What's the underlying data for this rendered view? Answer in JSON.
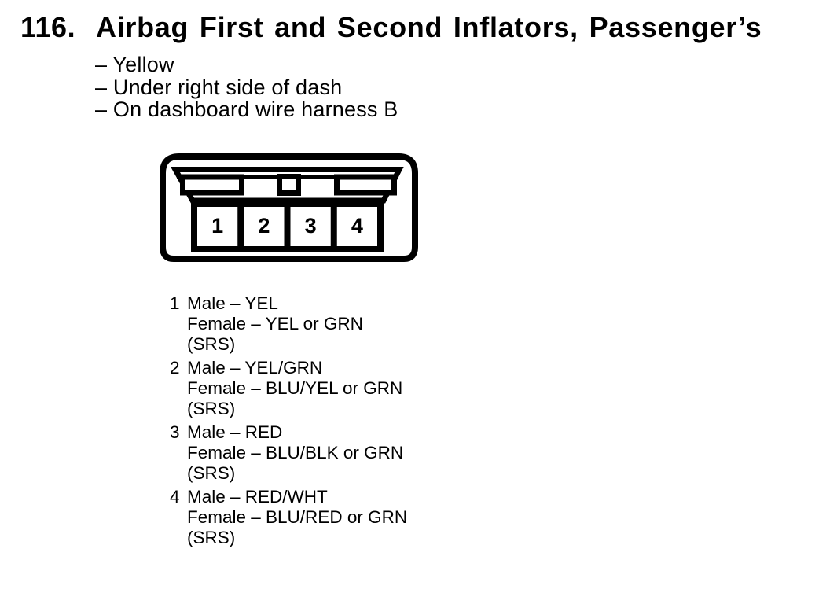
{
  "colors": {
    "ink": "#000000",
    "paper": "#ffffff"
  },
  "document": {
    "item_number": "116.",
    "title": "Airbag First and Second Inflators, Passenger’s",
    "notes": [
      "– Yellow",
      "– Under right side of dash",
      "– On dashboard wire harness B"
    ]
  },
  "connector": {
    "cavity_labels": [
      "1",
      "2",
      "3",
      "4"
    ]
  },
  "pinout": [
    {
      "pin": "1",
      "lines": [
        "Male – YEL",
        "Female – YEL or GRN",
        "(SRS)"
      ]
    },
    {
      "pin": "2",
      "lines": [
        "Male – YEL/GRN",
        "Female – BLU/YEL or GRN",
        "(SRS)"
      ]
    },
    {
      "pin": "3",
      "lines": [
        "Male – RED",
        "Female – BLU/BLK or GRN",
        "(SRS)"
      ]
    },
    {
      "pin": "4",
      "lines": [
        "Male – RED/WHT",
        "Female – BLU/RED or GRN",
        "(SRS)"
      ]
    }
  ]
}
